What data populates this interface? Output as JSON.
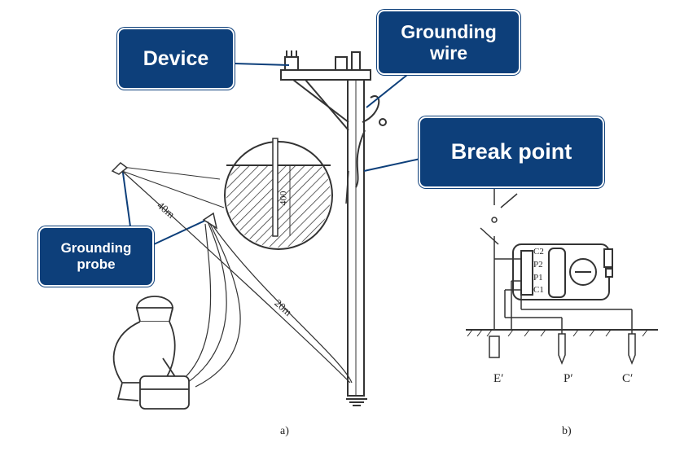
{
  "callouts": {
    "device": "Device",
    "grounding_wire": "Grounding wire",
    "break_point": "Break point",
    "grounding_probe": "Grounding probe"
  },
  "labels": {
    "figure_a": "a)",
    "figure_b": "b)",
    "electrode_e": "E′",
    "electrode_p": "P′",
    "electrode_c": "C′"
  },
  "terminals": [
    "C2",
    "P2",
    "P1",
    "C1"
  ],
  "dimensions": {
    "distance_40": "40m",
    "distance_20": "20m",
    "depth_400": "400"
  },
  "colors": {
    "callout_fill": "#0d3f7a",
    "line": "#333333"
  },
  "icons": [
    "pole-icon",
    "meter-icon",
    "person-icon",
    "probe-icon"
  ]
}
